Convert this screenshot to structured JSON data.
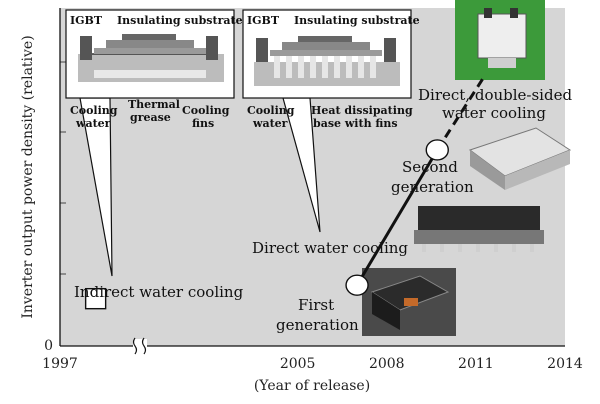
{
  "chart_data": {
    "type": "line",
    "ylabel": "Inverter output power density (relative)",
    "xlabel": "(Year of release)",
    "x_ticks": [
      "1997",
      "2005",
      "2008",
      "2011",
      "2014"
    ],
    "y_tick_label": "0",
    "xlim": [
      1997,
      2014
    ],
    "axis_break": "≈",
    "series": [
      {
        "name": "Indirect water cooling",
        "marker": "square",
        "points": [
          {
            "x": 1998.2,
            "y": 0.14
          }
        ]
      },
      {
        "name": "Direct water cooling",
        "marker": "circle",
        "points": [
          {
            "x": 2007.0,
            "y": 0.18
          },
          {
            "x": 2009.7,
            "y": 0.58
          }
        ]
      },
      {
        "name": "Direct, double-sided water cooling",
        "marker": "none",
        "points": [
          {
            "x": 2009.7,
            "y": 0.58
          },
          {
            "x": 2011.3,
            "y": 0.8
          }
        ]
      }
    ],
    "annotations": {
      "indirect": "Indirect water cooling",
      "direct": "Direct water cooling",
      "double_line1": "Direct, double-sided",
      "double_line2": "water cooling",
      "first_line1": "First",
      "first_line2": "generation",
      "second_line1": "Second",
      "second_line2": "generation"
    }
  },
  "diagram_indirect": {
    "igbt": "IGBT",
    "substrate": "Insulating substrate",
    "cooling_water_1": "Cooling",
    "cooling_water_2": "water",
    "grease_1": "Thermal",
    "grease_2": "grease",
    "fins_1": "Cooling",
    "fins_2": "fins"
  },
  "diagram_direct": {
    "igbt": "IGBT",
    "substrate": "Insulating substrate",
    "cooling_water_1": "Cooling",
    "cooling_water_2": "water",
    "base_1": "Heat dissipating",
    "base_2": "base with fins"
  },
  "colors": {
    "plot_bg": "#d6d6d6",
    "line": "#111111",
    "photo_green": "#3c9a3a"
  }
}
